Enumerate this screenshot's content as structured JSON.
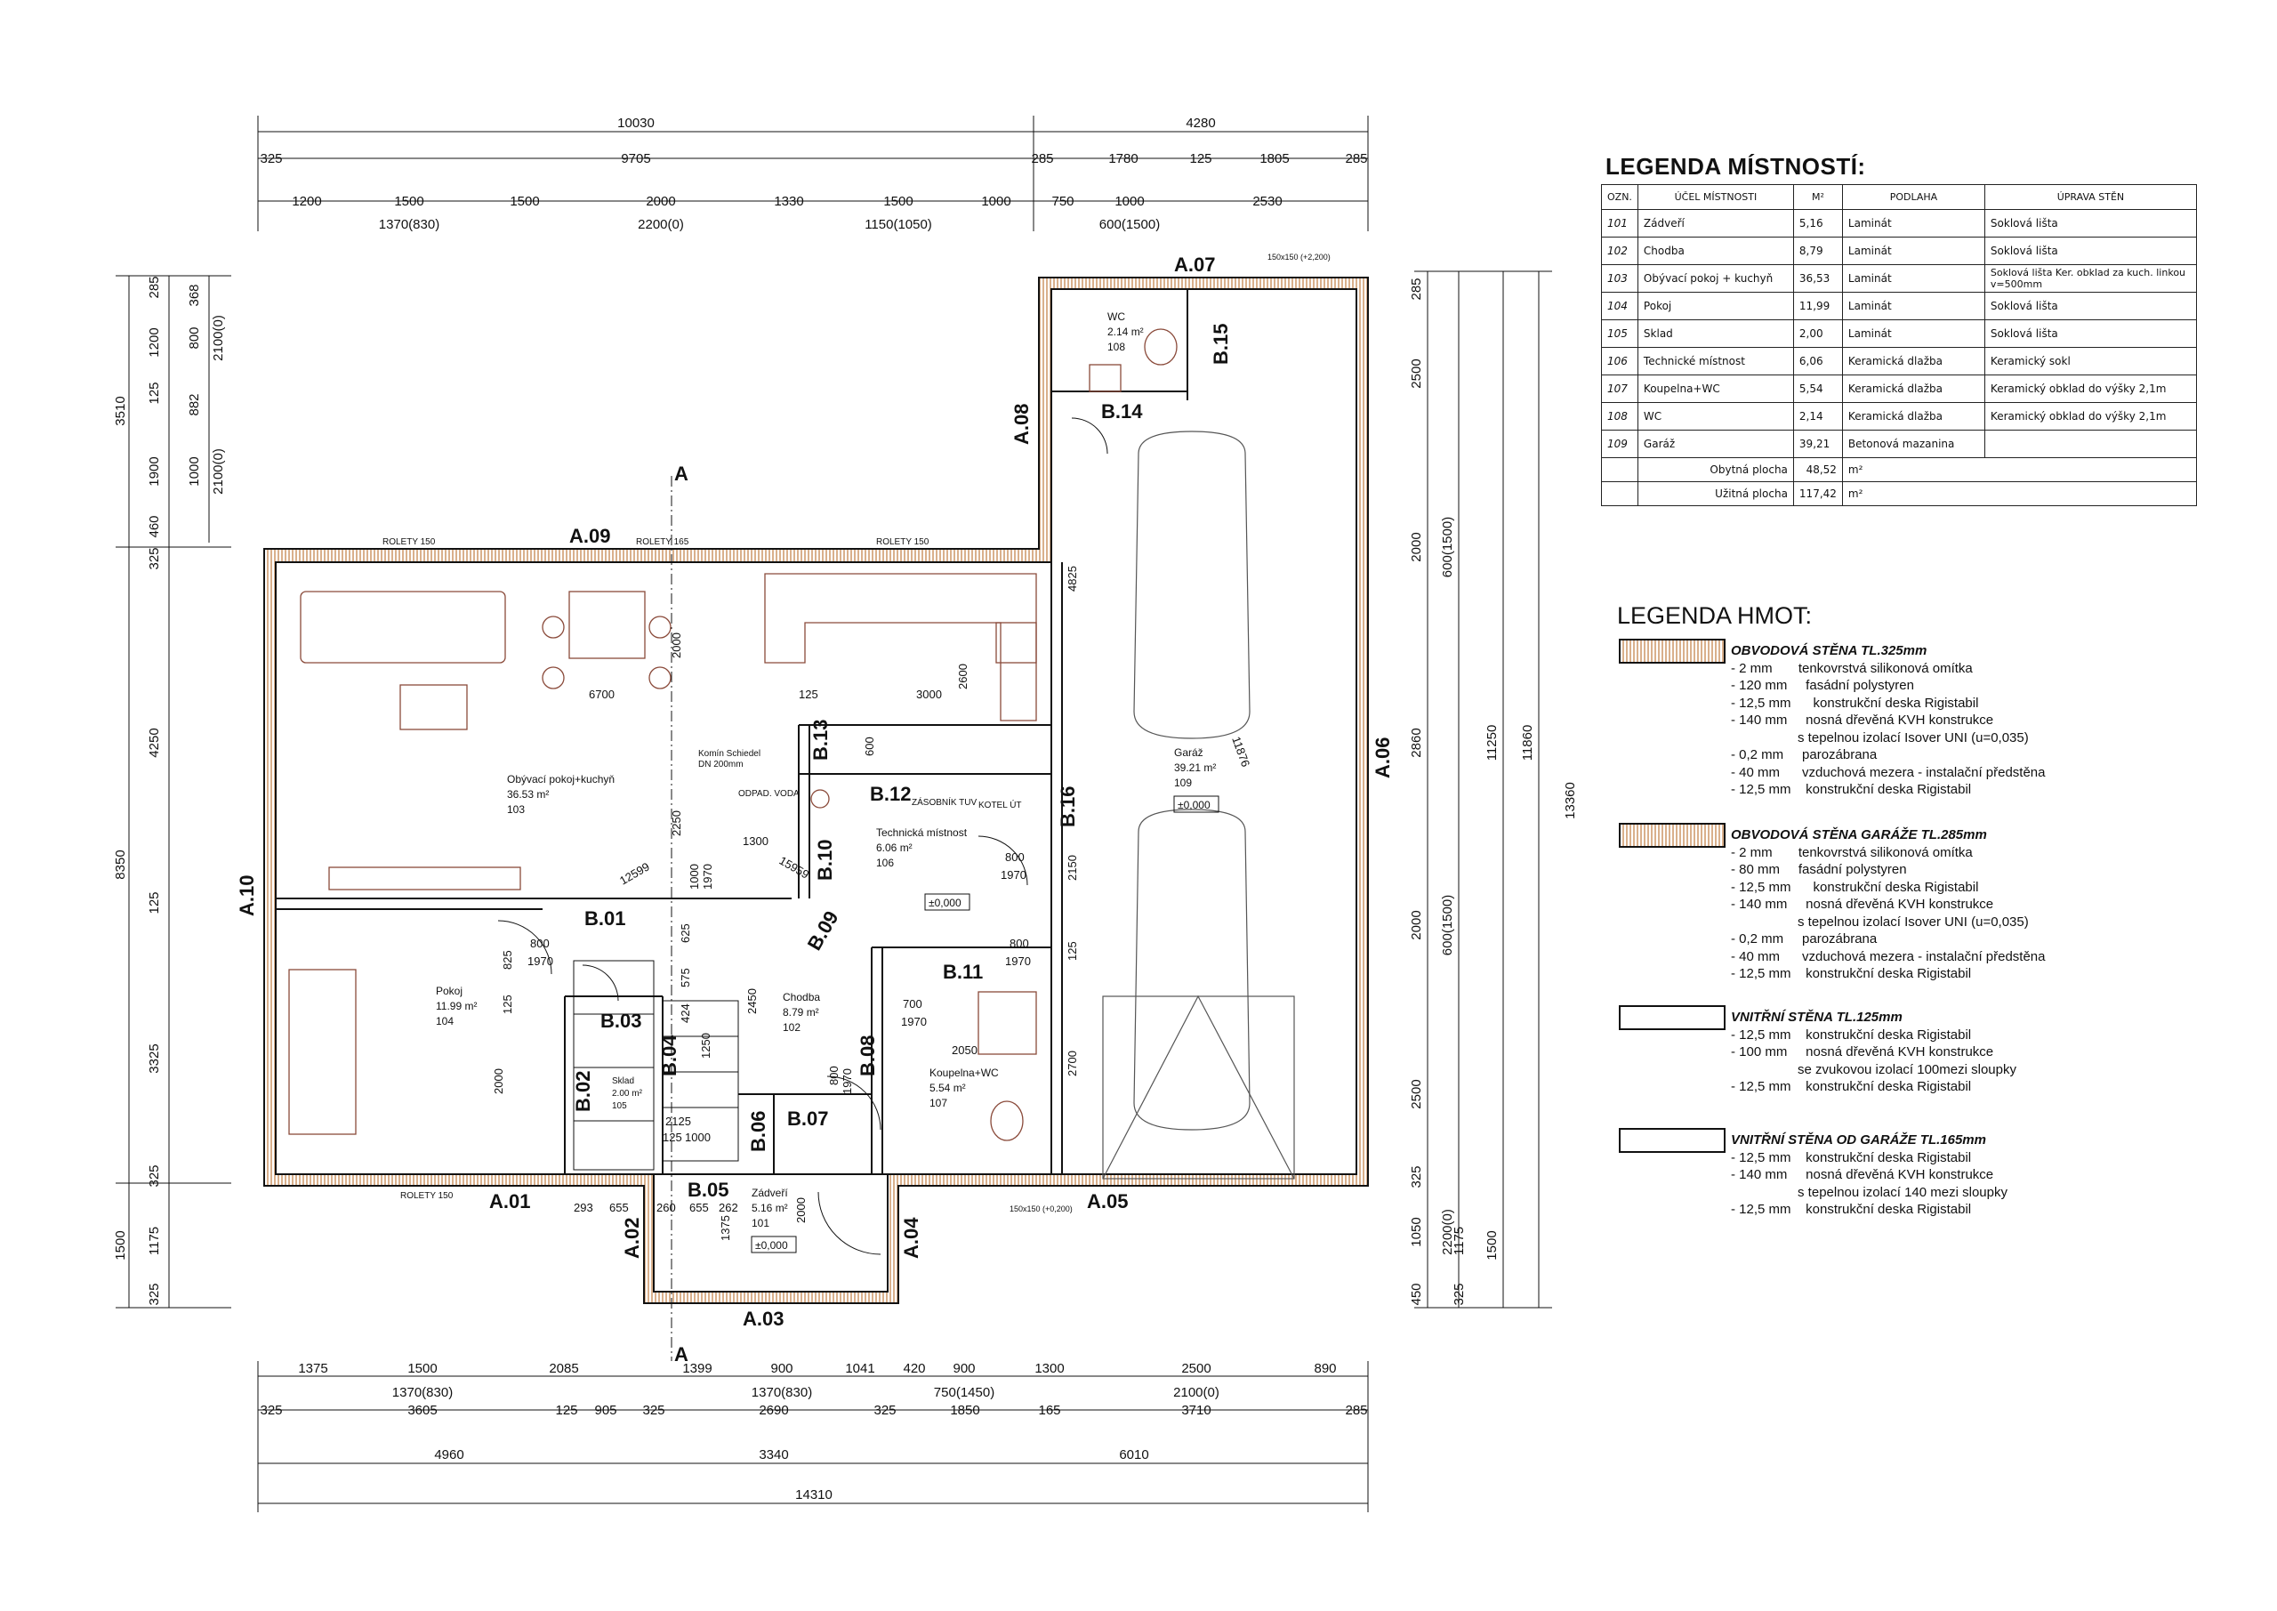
{
  "dims": {
    "top1": [
      "10030",
      "4280"
    ],
    "top2": [
      "325",
      "9705",
      "285",
      "1780",
      "125",
      "1805",
      "285"
    ],
    "top3": [
      "1200",
      "1500",
      "1500",
      "2000",
      "1330",
      "1500",
      "1000",
      "750",
      "1000",
      "2530"
    ],
    "top3b": [
      "1370(830)",
      "2200(0)",
      "1150(1050)",
      "600(1500)"
    ],
    "bottom1": [
      "1375",
      "1500",
      "2085",
      "1399",
      "900",
      "1041",
      "420",
      "900",
      "1300",
      "2500",
      "890"
    ],
    "bottom1b": [
      "1370(830)",
      "1370(830)",
      "750(1450)",
      "2100(0)"
    ],
    "bottom2": [
      "325",
      "3605",
      "125",
      "905",
      "325",
      "2690",
      "325",
      "1850",
      "165",
      "3710",
      "285"
    ],
    "bottom3": [
      "4960",
      "3340",
      "6010"
    ],
    "bottom4": "14310",
    "left_outer": [
      "3510",
      "8350",
      "1500"
    ],
    "left_mid": [
      "285",
      "1200",
      "125",
      "1900",
      "460",
      "325",
      "4250",
      "125",
      "3325",
      "325",
      "1175",
      "325"
    ],
    "left_inner": [
      "368",
      "800",
      "882",
      "1000"
    ],
    "left_inner2": [
      "2100(0)",
      "2100(0)"
    ],
    "right_a": [
      "285",
      "2500",
      "2000",
      "2860",
      "2000",
      "2500",
      "325",
      "1050",
      "450"
    ],
    "right_b": [
      "600(1500)",
      "600(1500)",
      "2200(0)",
      "1175",
      "325"
    ],
    "right_c": [
      "11250",
      "1500"
    ],
    "right_d": "11860",
    "right_e": "13360",
    "inner": [
      "6700",
      "125",
      "3000",
      "2000",
      "2600",
      "4825",
      "2150",
      "2700",
      "1300",
      "800",
      "1970",
      "800",
      "1970",
      "625",
      "1970",
      "1000",
      "575",
      "424",
      "2450",
      "1250",
      "2125",
      "125",
      "1000",
      "800",
      "1970",
      "2050",
      "700",
      "1970",
      "800",
      "1970",
      "2000",
      "2250",
      "1375",
      "293",
      "655",
      "260",
      "655",
      "262",
      "2000",
      "125",
      "825",
      "125",
      "600",
      "150x150 (+2,200)",
      "150x150 (+0,200)",
      "12599",
      "15959",
      "11876"
    ]
  },
  "wall_labels": [
    "A.01",
    "A.02",
    "A.03",
    "A.04",
    "A.05",
    "A.06",
    "A.07",
    "A.08",
    "A.09",
    "A.10",
    "B.01",
    "B.02",
    "B.03",
    "B.04",
    "B.05",
    "B.06",
    "B.07",
    "B.08",
    "B.09",
    "B.10",
    "B.11",
    "B.12",
    "B.13",
    "B.14",
    "B.15",
    "B.16"
  ],
  "section_marks": [
    "A",
    "A"
  ],
  "rolety": [
    "ROLETY 150",
    "ROLETY 165",
    "ROLETY 150",
    "ROLETY 150"
  ],
  "rooms": {
    "obyvaci": {
      "name": "Obývací pokoj+kuchyň",
      "area": "36.53 m²",
      "num": "103"
    },
    "pokoj": {
      "name": "Pokoj",
      "area": "11.99 m²",
      "num": "104"
    },
    "sklad": {
      "name": "Sklad",
      "area": "2.00 m²",
      "num": "105"
    },
    "technicka": {
      "name": "Technická místnost",
      "area": "6.06 m²",
      "num": "106"
    },
    "chodba": {
      "name": "Chodba",
      "area": "8.79 m²",
      "num": "102"
    },
    "koupelna": {
      "name": "Koupelna+WC",
      "area": "5.54 m²",
      "num": "107"
    },
    "zadveri": {
      "name": "Zádveří",
      "area": "5.16 m²",
      "num": "101"
    },
    "wc": {
      "name": "WC",
      "area": "2.14 m²",
      "num": "108"
    },
    "garaz": {
      "name": "Garáž",
      "area": "39.21 m²",
      "num": "109"
    }
  },
  "levels": [
    "±0,000",
    "±0,000",
    "±0,000"
  ],
  "kominy": {
    "komin": "Komín Schiedel",
    "dn": "DN 200mm",
    "kotel": "KOTEL ÚT",
    "zasobnik": "ZÁSOBNÍK TUV",
    "sprcha": "ODPAD. VODA"
  },
  "legend_rooms": {
    "title": "LEGENDA MÍSTNOSTÍ:",
    "headers": [
      "OZN.",
      "ÚČEL MÍSTNOSTI",
      "M²",
      "PODLAHA",
      "ÚPRAVA STĚN"
    ],
    "rows": [
      [
        "101",
        "Zádveří",
        "5,16",
        "Laminát",
        "Soklová lišta"
      ],
      [
        "102",
        "Chodba",
        "8,79",
        "Laminát",
        "Soklová lišta"
      ],
      [
        "103",
        "Obývací pokoj + kuchyň",
        "36,53",
        "Laminát",
        "Soklová lišta Ker. obklad za kuch. linkou v=500mm"
      ],
      [
        "104",
        "Pokoj",
        "11,99",
        "Laminát",
        "Soklová lišta"
      ],
      [
        "105",
        "Sklad",
        "2,00",
        "Laminát",
        "Soklová lišta"
      ],
      [
        "106",
        "Technické místnost",
        "6,06",
        "Keramická dlažba",
        "Keramický sokl"
      ],
      [
        "107",
        "Koupelna+WC",
        "5,54",
        "Keramická dlažba",
        "Keramický obklad do výšky 2,1m"
      ],
      [
        "108",
        "WC",
        "2,14",
        "Keramická dlažba",
        "Keramický obklad do výšky 2,1m"
      ],
      [
        "109",
        "Garáž",
        "39,21",
        "Betonová mazanina",
        ""
      ]
    ],
    "sums": [
      {
        "label": "Obytná plocha",
        "value": "48,52",
        "unit": "m²"
      },
      {
        "label": "Užitná plocha",
        "value": "117,42",
        "unit": "m²"
      }
    ]
  },
  "legend_materials": {
    "title": "LEGENDA HMOT:",
    "items": [
      {
        "title": "OBVODOVÁ STĚNA TL.325mm",
        "swatch": "hatch",
        "lines": [
          "- 2 mm       tenkovrstvá silikonová omítka",
          "- 120 mm     fasádní polystyren",
          "- 12,5 mm      konstrukční deska Rigistabil",
          "- 140 mm     nosná dřevěná KVH konstrukce",
          "                  s tepelnou izolací Isover UNI (u=0,035)",
          "- 0,2 mm     parozábrana",
          "- 40 mm      vzduchová mezera - instalační předstěna",
          "- 12,5 mm    konstrukční deska Rigistabil"
        ]
      },
      {
        "title": "OBVODOVÁ STĚNA GARÁŽE TL.285mm",
        "swatch": "hatch",
        "lines": [
          "- 2 mm       tenkovrstvá silikonová omítka",
          "- 80 mm     fasádní polystyren",
          "- 12,5 mm      konstrukční deska Rigistabil",
          "- 140 mm     nosná dřevěná KVH konstrukce",
          "                  s tepelnou izolací Isover UNI (u=0,035)",
          "- 0,2 mm     parozábrana",
          "- 40 mm      vzduchová mezera - instalační předstěna",
          "- 12,5 mm    konstrukční deska Rigistabil"
        ]
      },
      {
        "title": "VNITŘNÍ STĚNA TL.125mm",
        "swatch": "plain",
        "lines": [
          "- 12,5 mm    konstrukční deska Rigistabil",
          "- 100 mm     nosná dřevěná KVH konstrukce",
          "                  se zvukovou izolací 100mezi sloupky",
          "- 12,5 mm    konstrukční deska Rigistabil"
        ]
      },
      {
        "title": "VNITŘNÍ STĚNA OD GARÁŽE TL.165mm",
        "swatch": "plain",
        "lines": [
          "- 12,5 mm    konstrukční deska Rigistabil",
          "- 140 mm     nosná dřevěná KVH konstrukce",
          "                  s tepelnou izolací 140 mezi sloupky",
          "- 12,5 mm    konstrukční deska Rigistabil"
        ]
      }
    ]
  },
  "colors": {
    "wall_hatch": "#d9b08c",
    "furniture": "#8a4a3a",
    "line": "#111111"
  }
}
